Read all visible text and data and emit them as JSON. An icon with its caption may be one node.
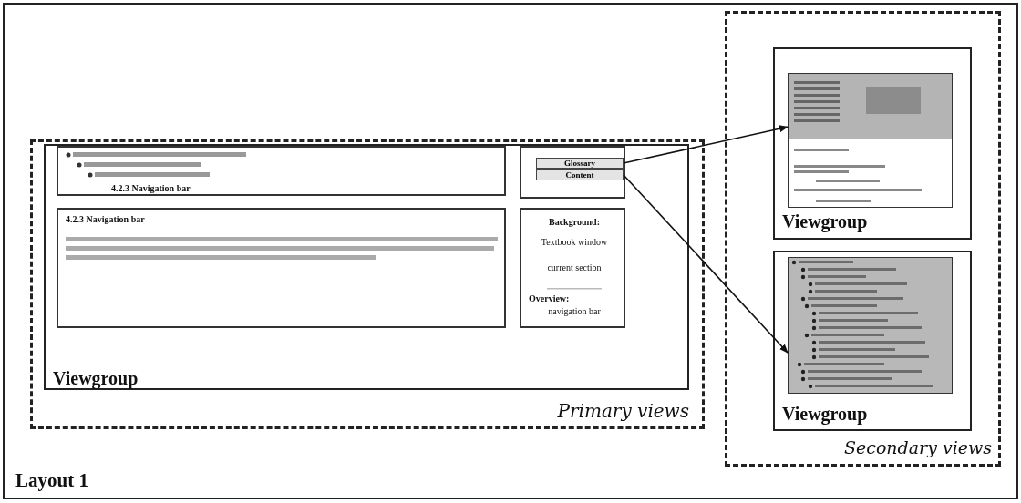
{
  "diagram": {
    "nodes": [
      {
        "text": [
          "Layout 1"
        ]
      },
      {
        "text": [
          "Primary views"
        ],
        "in": 0
      },
      {
        "text": [
          "Viewgroup"
        ],
        "in": 1
      },
      {
        "text": [
          "4.2.3 Navigation bar"
        ],
        "in": 2
      },
      {
        "text": [],
        "shape": "box",
        "in": 2
      },
      {
        "text": [
          "Glossary"
        ],
        "in": 4
      },
      {
        "text": [
          "Content"
        ],
        "in": 4
      },
      {
        "text": [
          "4.2.3 Navigation bar"
        ],
        "in": 2
      },
      {
        "text": [
          "Background:",
          "Textbook window",
          "current section",
          "Overview:",
          "navigation bar"
        ],
        "in": 2
      },
      {
        "text": [
          "Secondary views"
        ],
        "in": 0
      },
      {
        "text": [
          "Viewgroup"
        ],
        "in": 9
      },
      {
        "text": [],
        "shape": "picture",
        "in": 10
      },
      {
        "text": [
          "Viewgroup"
        ],
        "in": 9
      },
      {
        "text": [],
        "shape": "picture",
        "in": 12
      }
    ],
    "edges": [
      {
        "from": 5,
        "to": 11,
        "arrow": "to"
      },
      {
        "from": 6,
        "to": 13,
        "arrow": "to"
      }
    ]
  }
}
